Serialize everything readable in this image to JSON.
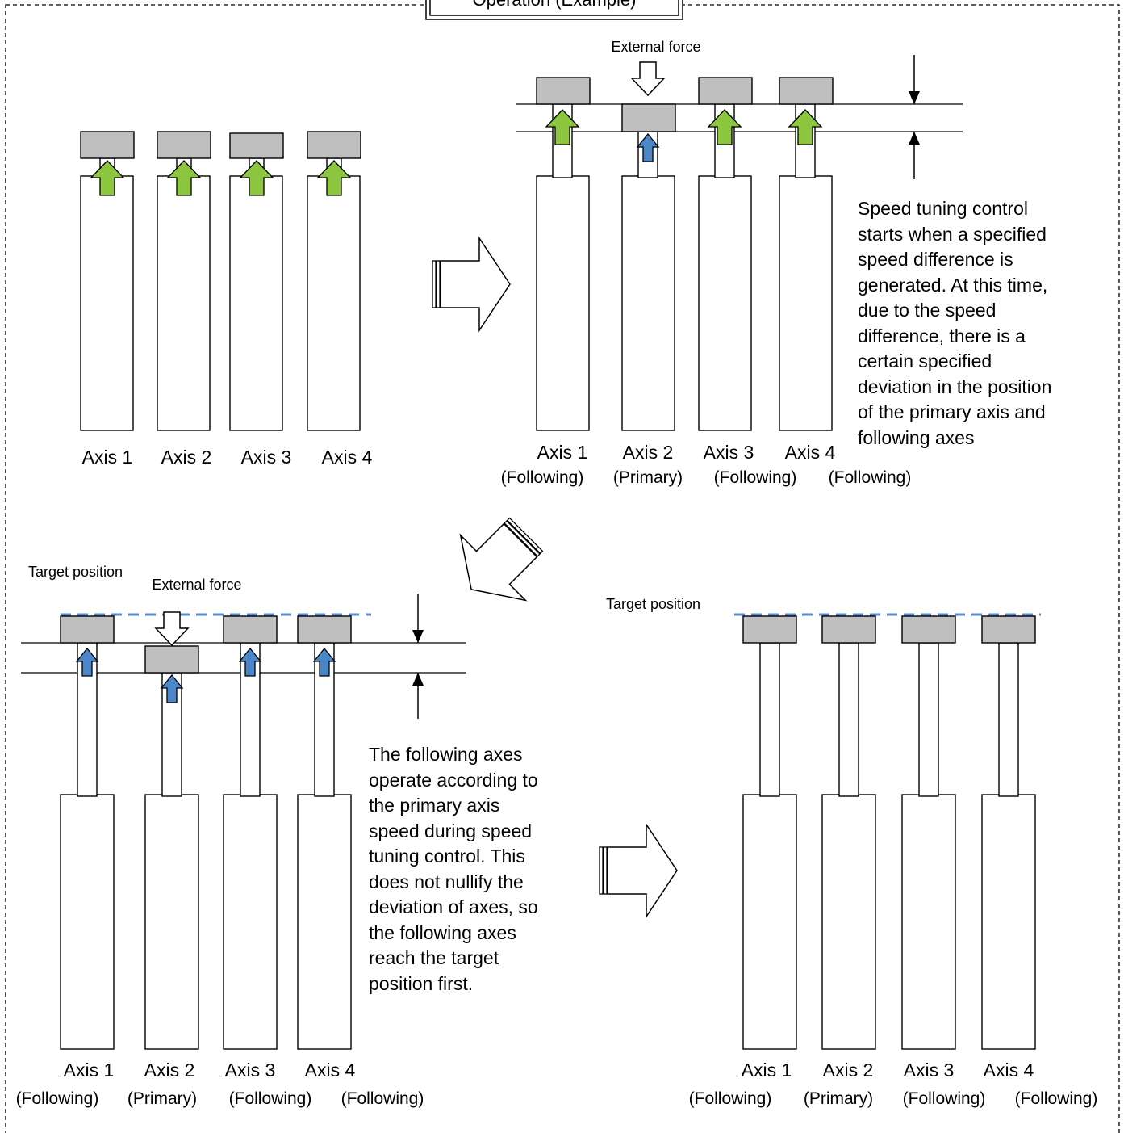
{
  "title": "Operation (Example)",
  "labels": {
    "external_force": "External force",
    "target_position": "Target position"
  },
  "axes": [
    "Axis 1",
    "Axis 2",
    "Axis 3",
    "Axis 4"
  ],
  "roles": [
    "(Following)",
    "(Primary)",
    "(Following)",
    "(Following)"
  ],
  "notes": {
    "panel2": [
      "Speed tuning control",
      "starts when a specified",
      "speed difference is",
      "generated. At this time,",
      "due to the speed",
      "difference, there is a",
      "certain specified",
      "deviation in the position",
      "of the primary axis and",
      "following axes"
    ],
    "panel3": [
      "The following axes",
      "operate according to",
      "the primary axis",
      "speed during speed",
      "tuning control. This",
      "does not nullify the",
      "deviation of axes, so",
      "the following axes",
      "reach the target",
      "position first."
    ]
  },
  "colors": {
    "up_arrow_green": "#8CC63F",
    "up_arrow_blue": "#4A86C8",
    "target_dash": "#5B8BC9",
    "head_fill": "#BFBFBF",
    "stroke": "#000000"
  }
}
